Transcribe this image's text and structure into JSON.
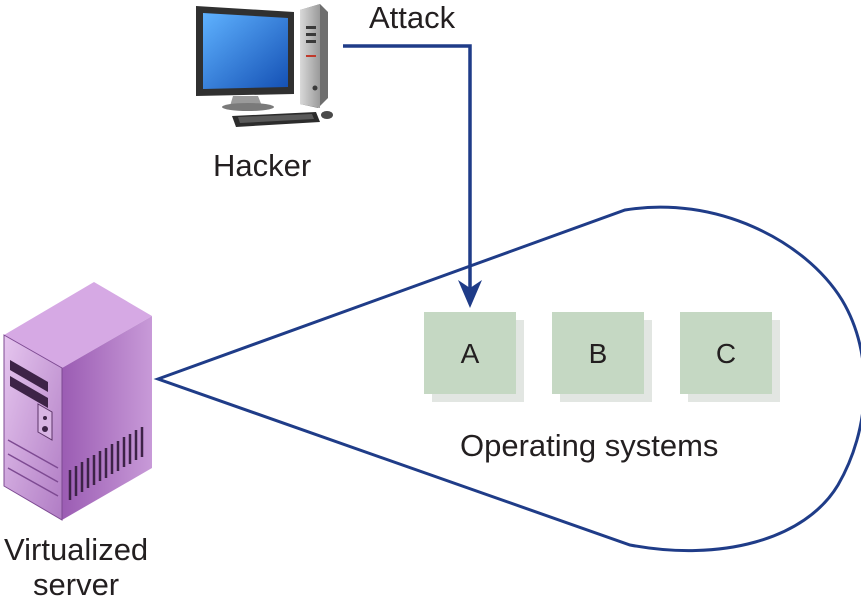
{
  "labels": {
    "attack": "Attack",
    "hacker": "Hacker",
    "server_line1": "Virtualized",
    "server_line2": "server",
    "os_caption": "Operating systems"
  },
  "os_boxes": [
    {
      "label": "A"
    },
    {
      "label": "B"
    },
    {
      "label": "C"
    }
  ],
  "icons": {
    "hacker": "desktop-computer-icon",
    "server": "tower-server-icon"
  },
  "colors": {
    "line": "#1f3c88",
    "os_box_fill": "#c5d8c3",
    "os_box_shadow": "#e2e6e2",
    "server_body": "#b57fc9",
    "monitor_screen": "#1f6fd1",
    "text": "#231f20"
  }
}
